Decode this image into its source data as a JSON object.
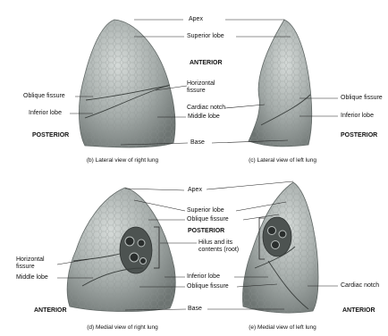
{
  "top_row": {
    "labels": {
      "apex": "Apex",
      "superior_lobe": "Superior lobe",
      "anterior": "ANTERIOR",
      "horizontal_fissure": "Horizontal fissure",
      "oblique_fissure_left": "Oblique fissure",
      "inferior_lobe_left": "Inferior lobe",
      "cardiac_notch": "Cardiac notch",
      "middle_lobe": "Middle lobe",
      "oblique_fissure_right": "Oblique fissure",
      "inferior_lobe_right": "Inferior lobe",
      "posterior_left": "POSTERIOR",
      "posterior_right": "POSTERIOR",
      "base": "Base"
    },
    "captions": {
      "right_lung": "(b) Lateral view of right lung",
      "left_lung": "(c) Lateral view of left lung"
    }
  },
  "bottom_row": {
    "labels": {
      "apex": "Apex",
      "superior_lobe": "Superior lobe",
      "oblique_fissure_top": "Oblique fissure",
      "posterior": "POSTERIOR",
      "hilus": "Hilus and its contents (root)",
      "horizontal_fissure": "Horizontal fissure",
      "middle_lobe": "Middle lobe",
      "inferior_lobe": "Inferior lobe",
      "oblique_fissure_bottom": "Oblique fissure",
      "cardiac_notch": "Cardiac notch",
      "anterior_left": "ANTERIOR",
      "anterior_right": "ANTERIOR",
      "base": "Base"
    },
    "captions": {
      "right_lung": "(d) Medial view of right lung",
      "left_lung": "(e) Medial view of left lung"
    }
  },
  "colors": {
    "lung_fill": "#9ca3a0",
    "lung_light": "#c9cfcc",
    "lung_dark": "#5f6664",
    "fissure": "#3b403e",
    "leader": "#222222",
    "background": "#ffffff"
  }
}
